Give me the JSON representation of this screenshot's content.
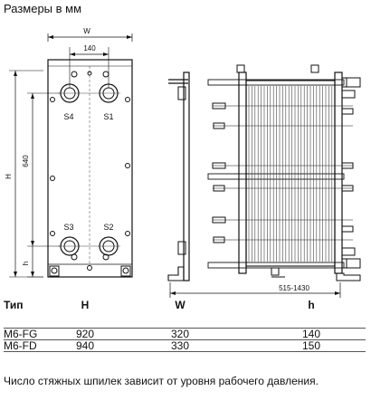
{
  "header": {
    "title": "Размеры в мм"
  },
  "drawing": {
    "dims": {
      "W": "W",
      "d140": "140",
      "H": "H",
      "d640": "640",
      "h": "h",
      "range": "515-1430"
    },
    "ports": {
      "s1": "S1",
      "s2": "S2",
      "s3": "S3",
      "s4": "S4"
    }
  },
  "table": {
    "headers": [
      "Тип",
      "H",
      "W",
      "h"
    ],
    "rows": [
      [
        "M6-FG",
        "920",
        "320",
        "140"
      ],
      [
        "M6-FD",
        "940",
        "330",
        "150"
      ]
    ]
  },
  "footer": {
    "note": "Число стяжных шпилек зависит от уровня рабочего давления."
  }
}
